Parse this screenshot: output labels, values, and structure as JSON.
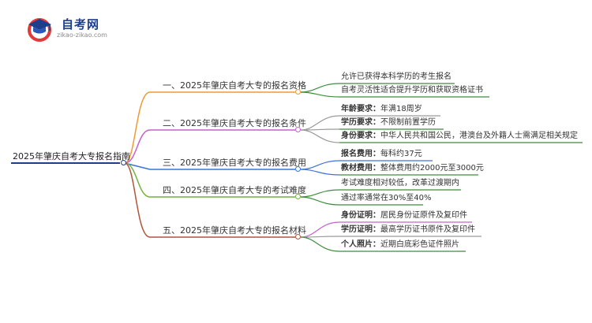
{
  "site": {
    "logo_name": "自考网",
    "logo_url_text": "zikao-zikao.com"
  },
  "root": {
    "label": "2025年肇庆自考大专报名指南"
  },
  "colors": {
    "b1": "#ef9a2f",
    "b2": "#c85fd1",
    "b3": "#3b74d9",
    "b4": "#6fb43d",
    "b5": "#b0553c",
    "leaf_line": "#3e8e3e",
    "root_line": "#1d3e8c"
  },
  "branches": [
    {
      "label": "一、2025年肇庆自考大专的报名资格",
      "leaves": [
        {
          "key": "",
          "value": "允许已获得本科学历的考生报名"
        },
        {
          "key": "",
          "value": "自考灵活性适合提升学历和获取资格证书"
        }
      ]
    },
    {
      "label": "二、2025年肇庆自考大专的报名条件",
      "leaves": [
        {
          "key": "年龄要求：",
          "value": "年满18周岁"
        },
        {
          "key": "学历要求：",
          "value": "不限制前置学历"
        },
        {
          "key": "身份要求：",
          "value": "中华人民共和国公民，港澳台及外籍人士需满足相关规定"
        }
      ]
    },
    {
      "label": "三、2025年肇庆自考大专的报名费用",
      "leaves": [
        {
          "key": "报名费用：",
          "value": "每科约37元"
        },
        {
          "key": "教材费用：",
          "value": "整体费用约2000元至3000元"
        }
      ]
    },
    {
      "label": "四、2025年肇庆自考大专的考试难度",
      "leaves": [
        {
          "key": "",
          "value": "考试难度相对较低，改革过渡期内"
        },
        {
          "key": "",
          "value": "通过率通常在30%至40%"
        }
      ]
    },
    {
      "label": "五、2025年肇庆自考大专的报名材料",
      "leaves": [
        {
          "key": "身份证明：",
          "value": "居民身份证原件及复印件"
        },
        {
          "key": "学历证明：",
          "value": "最高学历证书原件及复印件"
        },
        {
          "key": "个人照片：",
          "value": "近期白底彩色证件照片"
        }
      ]
    }
  ]
}
